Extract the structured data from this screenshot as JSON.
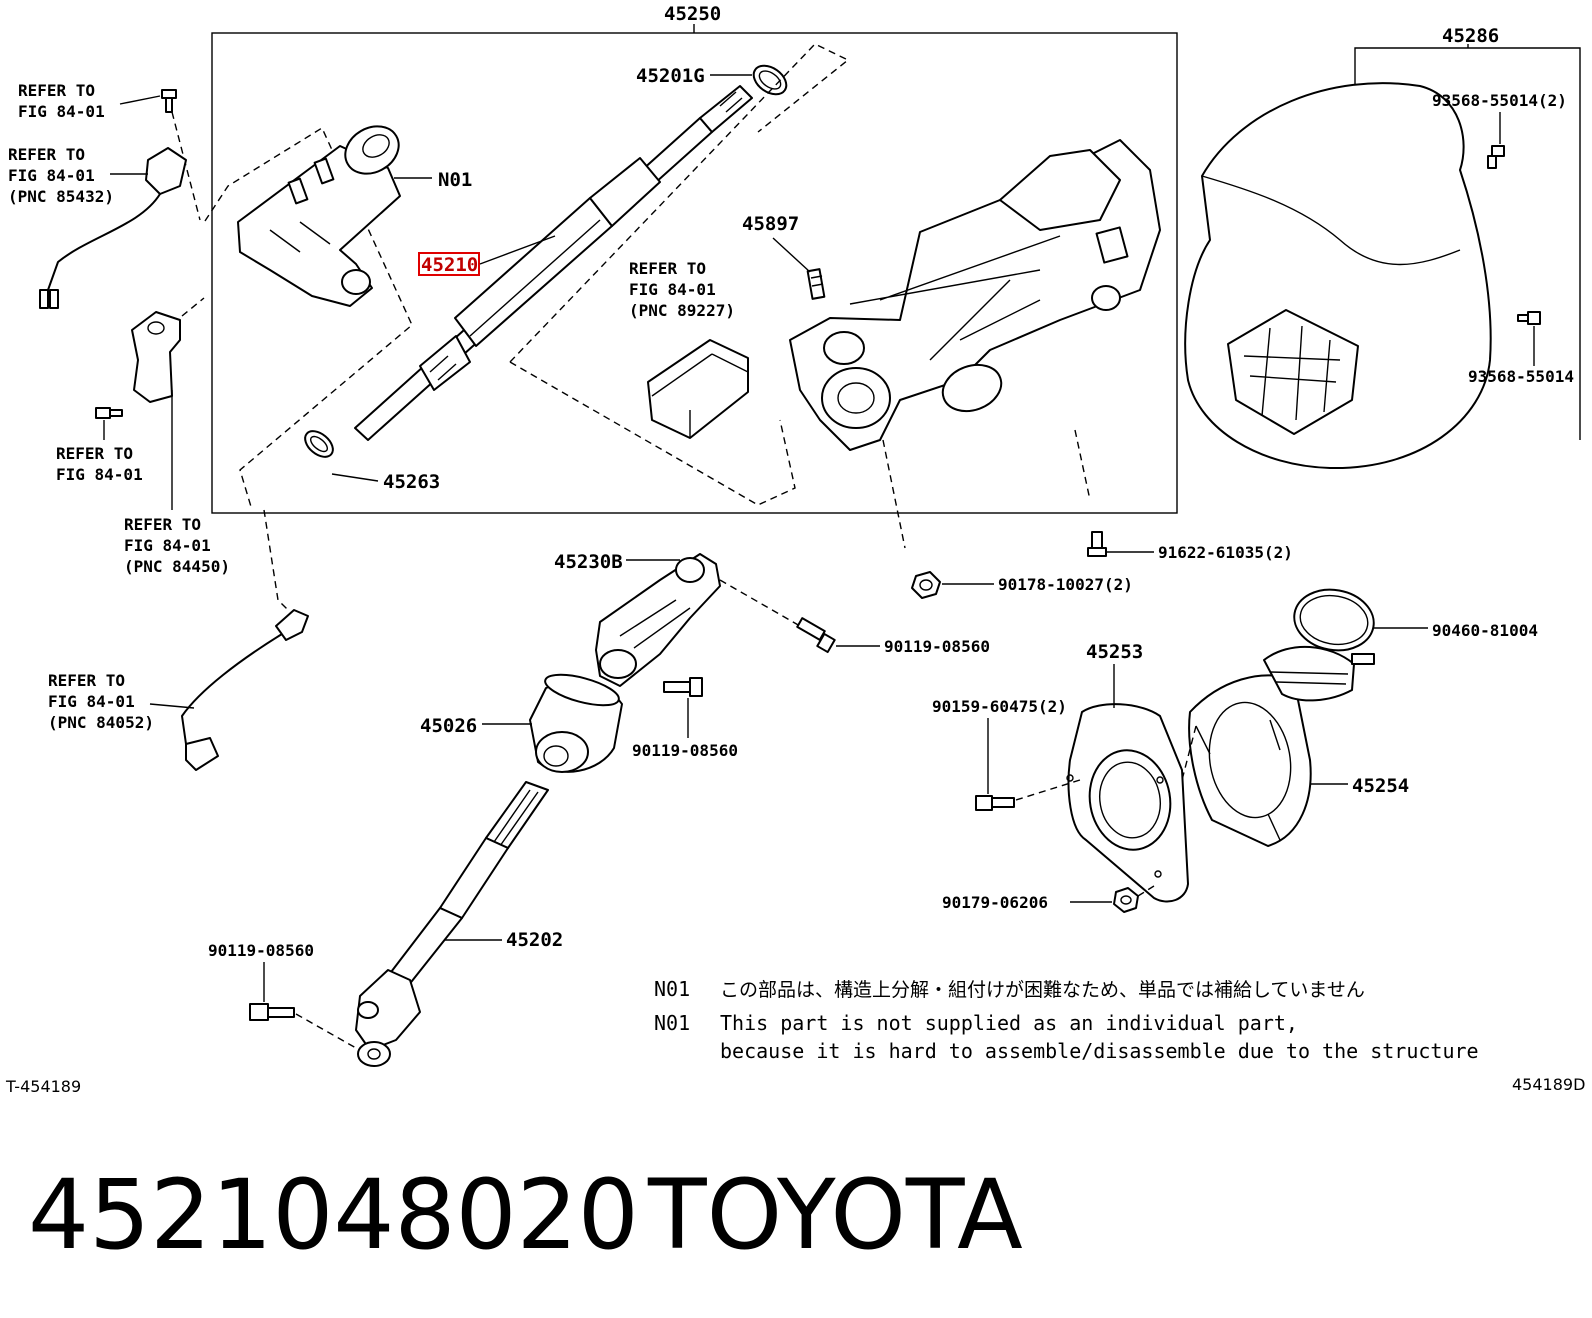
{
  "diagram": {
    "assembly_numbers": {
      "column_assy": "45250",
      "cover": "45286"
    },
    "highlighted_part": "45210",
    "part_numbers": {
      "p45201G": "45201G",
      "pN01": "N01",
      "p45897": "45897",
      "p45263": "45263",
      "p93568_55014_2": "93568-55014(2)",
      "p93568_55014": "93568-55014",
      "p91622_61035_2": "91622-61035(2)",
      "p90178_10027_2": "90178-10027(2)",
      "p45230B": "45230B",
      "p90119_08560_a": "90119-08560",
      "p90119_08560_b": "90119-08560",
      "p90119_08560_c": "90119-08560",
      "p45026": "45026",
      "p45253": "45253",
      "p90460_81004": "90460-81004",
      "p90159_60475_2": "90159-60475(2)",
      "p45254": "45254",
      "p90179_06206": "90179-06206",
      "p45202": "45202"
    },
    "refer_notes": [
      {
        "line1": "REFER TO",
        "line2": "FIG 84-01",
        "line3": ""
      },
      {
        "line1": "REFER TO",
        "line2": "FIG 84-01",
        "line3": "(PNC 85432)"
      },
      {
        "line1": "REFER TO",
        "line2": "FIG 84-01",
        "line3": ""
      },
      {
        "line1": "REFER TO",
        "line2": "FIG 84-01",
        "line3": "(PNC 84450)"
      },
      {
        "line1": "REFER TO",
        "line2": "FIG 84-01",
        "line3": "(PNC 84052)"
      },
      {
        "line1": "REFER TO",
        "line2": "FIG 84-01",
        "line3": "(PNC 89227)"
      }
    ],
    "notes": {
      "jp_code": "N01",
      "jp_text": "この部品は、構造上分解・組付けが困難なため、単品では補給していません",
      "en_code": "N01",
      "en_line1": "This part is not supplied as an individual part,",
      "en_line2": "because it is hard to assemble/disassemble due to the structure"
    },
    "figure_id_left": "T-454189",
    "figure_id_right": "454189D"
  },
  "caption": {
    "part_number": "4521048020",
    "brand": "TOYOTA"
  }
}
